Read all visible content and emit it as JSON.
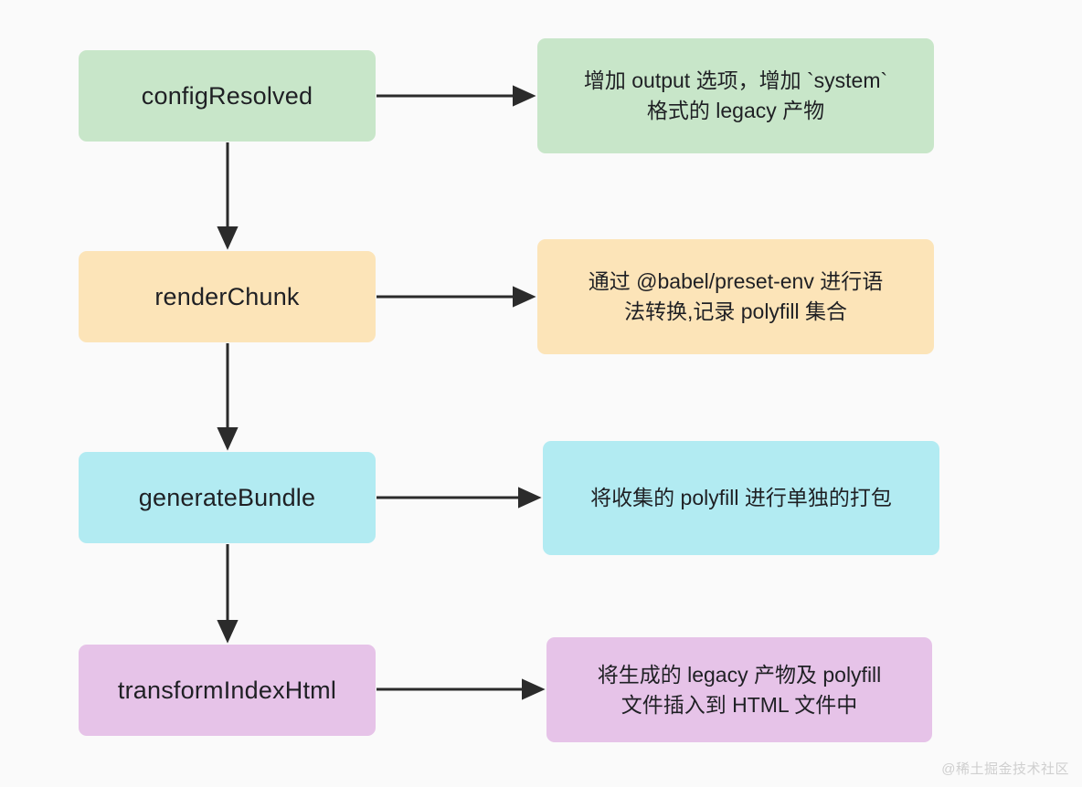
{
  "diagram": {
    "type": "flowchart",
    "orientation": "vertical-with-side-annotations",
    "background_color": "#fafafa",
    "arrow_color": "#2b2b2b",
    "rows": [
      {
        "stage": "configResolved",
        "stage_color": "#c8e6c9",
        "description_line_1": "增加 output 选项，增加 `system`",
        "description_line_2": "格式的 legacy 产物",
        "description_color": "#c8e6c9"
      },
      {
        "stage": "renderChunk",
        "stage_color": "#fce4b8",
        "description_line_1": "通过 @babel/preset-env 进行语",
        "description_line_2": "法转换,记录 polyfill 集合",
        "description_color": "#fce4b8"
      },
      {
        "stage": "generateBundle",
        "stage_color": "#b2ebf2",
        "description_line_1": "将收集的 polyfill 进行单独的打包",
        "description_line_2": "",
        "description_color": "#b2ebf2"
      },
      {
        "stage": "transformIndexHtml",
        "stage_color": "#e6c3e8",
        "description_line_1": "将生成的 legacy 产物及 polyfill",
        "description_line_2": "文件插入到 HTML 文件中",
        "description_color": "#e6c3e8"
      }
    ]
  },
  "watermark": {
    "text": "@稀土掘金技术社区"
  }
}
